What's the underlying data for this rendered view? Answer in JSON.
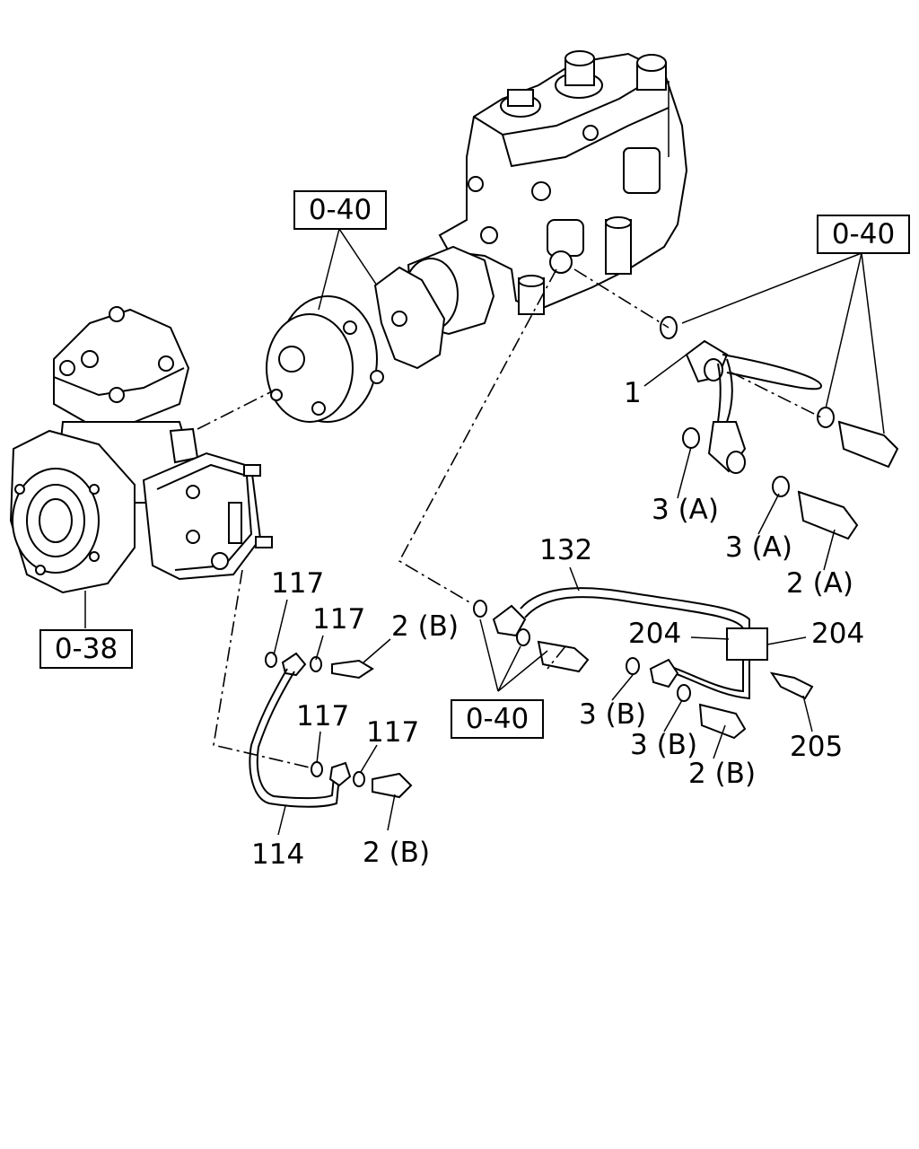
{
  "references": {
    "ref_top_center": "0-40",
    "ref_top_right": "0-40",
    "ref_bottom_center": "0-40",
    "ref_left": "0-38"
  },
  "callouts": {
    "p1": "1",
    "p3a_upper": "3 (A)",
    "p3a_lower": "3 (A)",
    "p2a": "2 (A)",
    "p132": "132",
    "p204_left": "204",
    "p204_right": "204",
    "p205": "205",
    "p3b_upper": "3 (B)",
    "p3b_lower": "3 (B)",
    "p2b_right": "2 (B)",
    "p117_a": "117",
    "p117_b": "117",
    "p2b_upper": "2 (B)",
    "p117_c": "117",
    "p117_d": "117",
    "p114": "114",
    "p2b_lower": "2 (B)"
  }
}
